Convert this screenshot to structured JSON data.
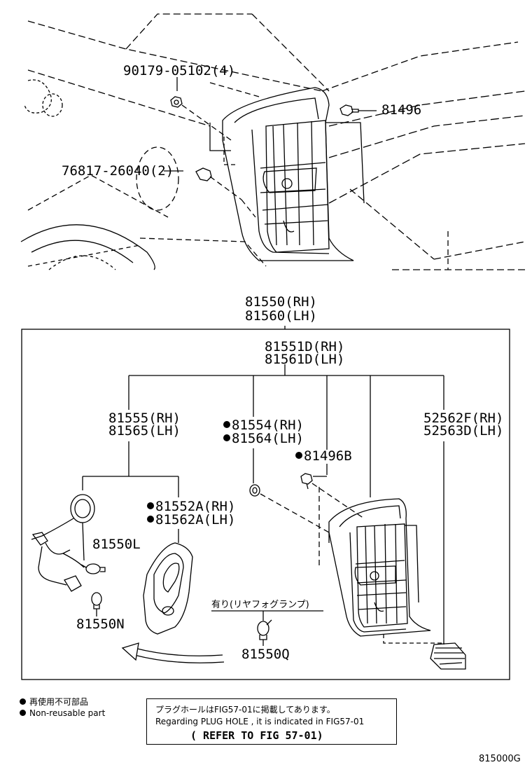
{
  "parts": {
    "screw_90179": "90179-05102(4)",
    "clip_81496": "81496",
    "clip_76817": "76817-26040(2)",
    "assy_rh": "81550(RH)",
    "assy_lh": "81560(LH)",
    "lens_rh": "81551D(RH)",
    "lens_lh": "81561D(LH)",
    "socket_rh": "81555(RH)",
    "socket_lh": "81565(LH)",
    "gasket_rh": "81554(RH)",
    "gasket_lh": "81564(LH)",
    "clip_81496b": "81496B",
    "bracket_rh": "52562F(RH)",
    "bracket_lh": "52563D(LH)",
    "cushion_rh": "81552A(RH)",
    "cushion_lh": "81562A(LH)",
    "bulb_81550l": "81550L",
    "bulb_81550n": "81550N",
    "bulb_81550q": "81550Q",
    "fog_note": "有り(リヤフォグランプ)"
  },
  "legend": {
    "jp": "再使用不可部品",
    "en": "Non-reusable part"
  },
  "note": {
    "jp": "プラグホールはFIG57-01に掲載してあります。",
    "en": "Regarding PLUG HOLE , it is indicated in FIG57-01",
    "ref": "( REFER TO FIG 57-01)"
  },
  "figure_code": "815000G"
}
